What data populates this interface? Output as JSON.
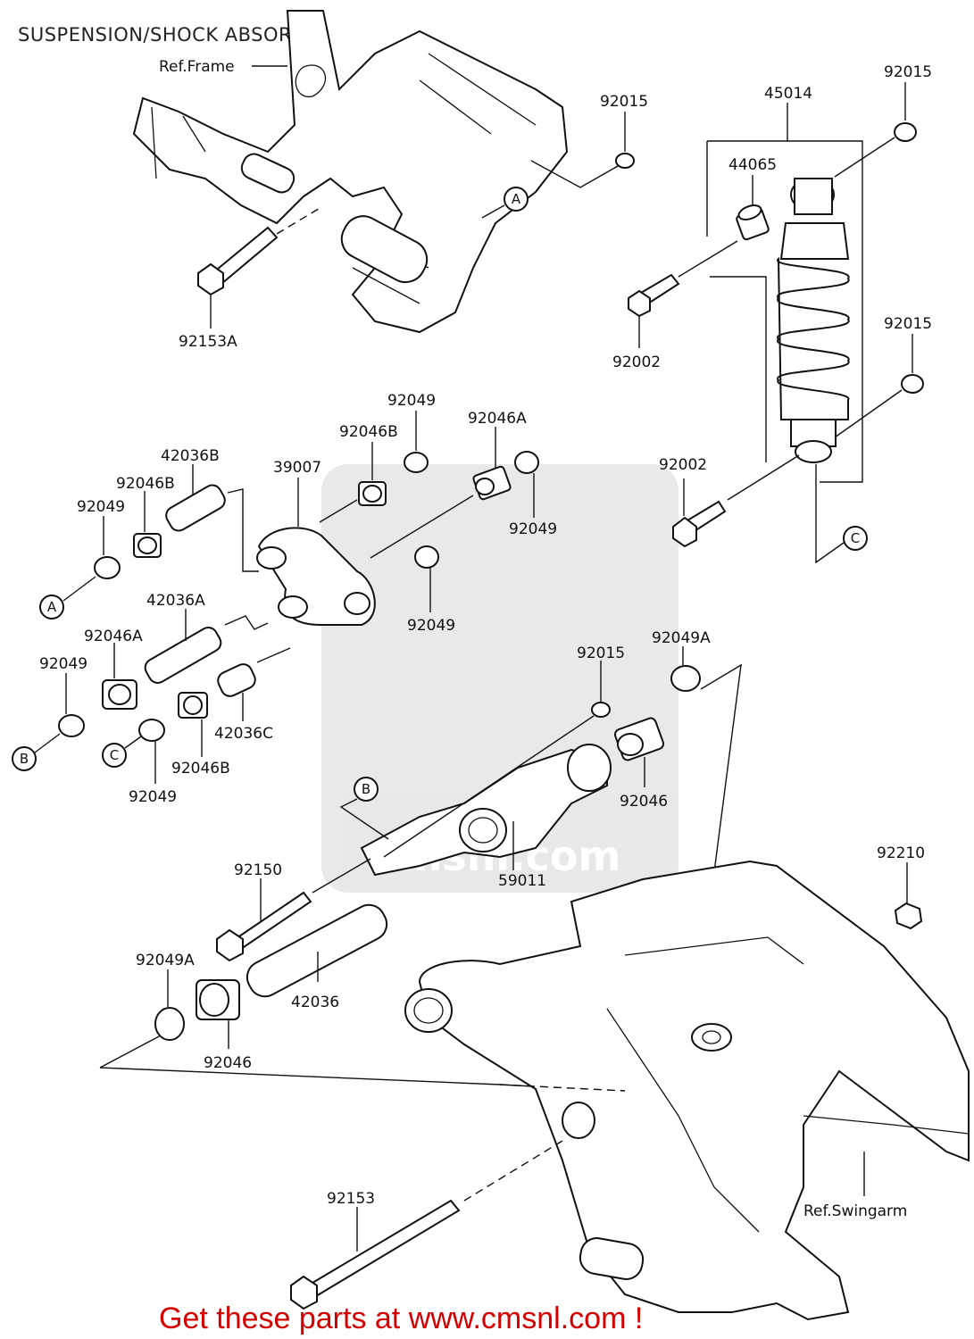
{
  "title": "SUSPENSION/SHOCK ABSORBER",
  "footer": "Get these parts at www.cmsnl.com !",
  "watermark": "cmsnl.com",
  "colors": {
    "footer": "#d40000",
    "ink": "#111111",
    "watermark": "#9a9a9a"
  },
  "labels": {
    "ref_frame": "Ref.Frame",
    "ref_swingarm": "Ref.Swingarm",
    "p92015_top": "92015",
    "p45014": "45014",
    "p92015_right_top": "92015",
    "p44065": "44065",
    "p92153a": "92153A",
    "p92002_top": "92002",
    "p92015_right_mid": "92015",
    "p92049_top": "92049",
    "p92046a_top": "92046A",
    "p92046b_top": "92046B",
    "p42036b": "42036B",
    "p39007": "39007",
    "p92046b_left": "92046B",
    "p92049_left_top": "92049",
    "p92002_mid": "92002",
    "p92049_right": "92049",
    "p42036a": "42036A",
    "p92049_center": "92049",
    "p92046a_left": "92046A",
    "p92015_mid": "92015",
    "p92049a_right": "92049A",
    "p92049_left_mid": "92049",
    "p42036c": "42036C",
    "p92046b_bottom": "92046B",
    "p92049_bottom": "92049",
    "p92046_right": "92046",
    "p59011": "59011",
    "p92150": "92150",
    "p92210": "92210",
    "p92049a_left": "92049A",
    "p42036": "42036",
    "p92046_bottom": "92046",
    "p92153": "92153"
  },
  "markers": {
    "a_top": "A",
    "c_right": "C",
    "a_left": "A",
    "b_left": "B",
    "c_left": "C",
    "b_center": "B"
  }
}
